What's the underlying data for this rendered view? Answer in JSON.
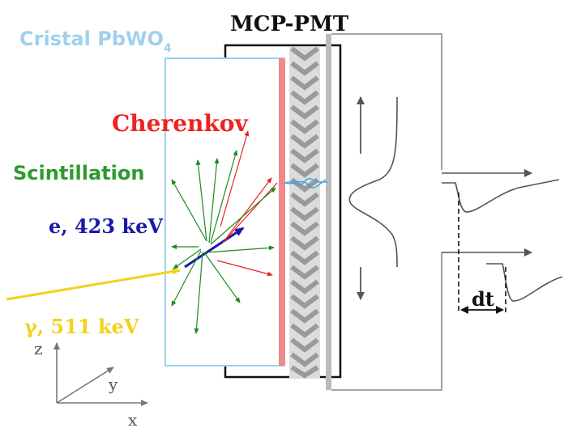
{
  "labels": {
    "crystal": "Cristal PbWO",
    "crystal_sub": "4",
    "mcp_pmt": "MCP-PMT",
    "cherenkov": "Cherenkov",
    "scintillation": "Scintillation",
    "electron": "e, 423 keV",
    "gamma": "γ, 511 keV",
    "dt": "dt",
    "axis_z": "z",
    "axis_y": "y",
    "axis_x": "x"
  },
  "colors": {
    "crystal": "#9fd0ee",
    "cherenkov": "#ee2222",
    "scintillation": "#1f8a1f",
    "electron": "#1a1aaa",
    "gamma": "#f2d21a",
    "photocathode": "#f08a8a",
    "glass": "#bbbbbb",
    "outline": "#111111",
    "signal": "#555555",
    "scintillation_label": "#2e9a2e"
  }
}
